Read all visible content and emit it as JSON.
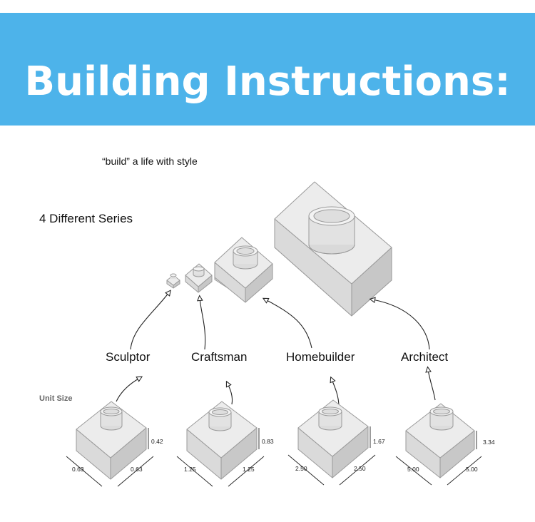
{
  "banner": {
    "title": "Building Instructions:",
    "color": "#4db3ea"
  },
  "tagline": "“build” a life with style",
  "series_heading": "4 Different Series",
  "series": [
    {
      "name": "Sculptor",
      "width": "0.63",
      "depth": "0.63",
      "height": "0.42"
    },
    {
      "name": "Craftsman",
      "width": "1.25",
      "depth": "1.25",
      "height": "0.83"
    },
    {
      "name": "Homebuilder",
      "width": "2.50",
      "depth": "2.50",
      "height": "1.67"
    },
    {
      "name": "Architect",
      "width": "5.00",
      "depth": "5.00",
      "height": "3.34"
    }
  ],
  "unit_size_label": "Unit Size"
}
